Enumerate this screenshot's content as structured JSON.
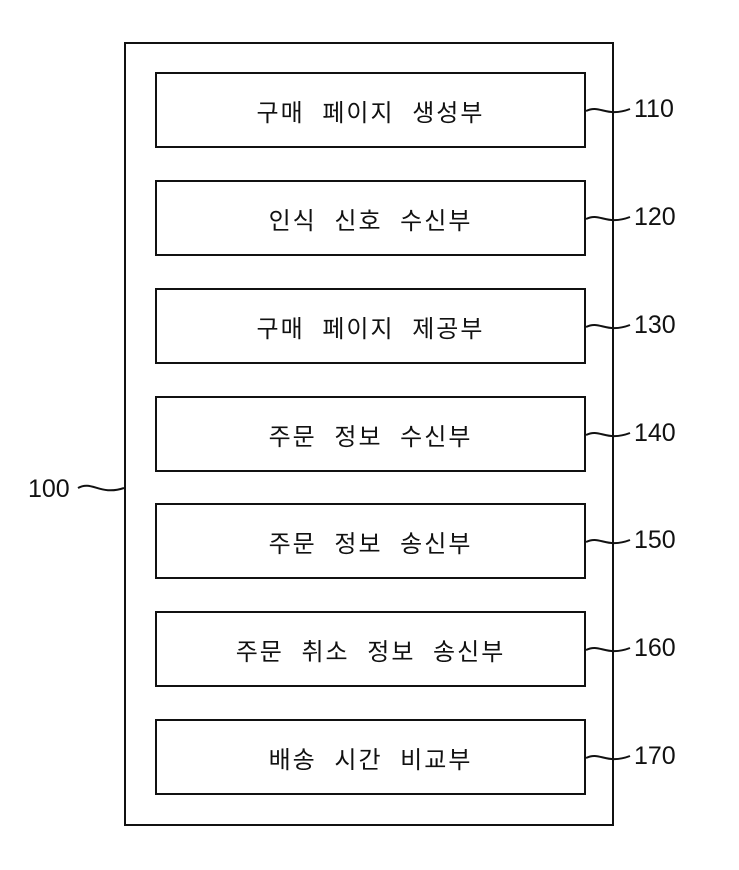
{
  "container": {
    "label": "100"
  },
  "blocks": [
    {
      "label": "구매 페이지 생성부",
      "ref": "110"
    },
    {
      "label": "인식 신호 수신부",
      "ref": "120"
    },
    {
      "label": "구매 페이지 제공부",
      "ref": "130"
    },
    {
      "label": "주문 정보 수신부",
      "ref": "140"
    },
    {
      "label": "주문 정보 송신부",
      "ref": "150"
    },
    {
      "label": "주문 취소 정보 송신부",
      "ref": "160"
    },
    {
      "label": "배송 시간 비교부",
      "ref": "170"
    }
  ]
}
